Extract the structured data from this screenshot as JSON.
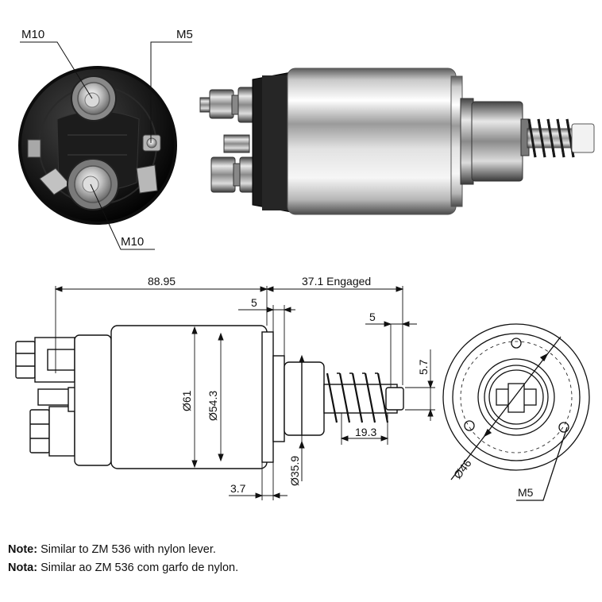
{
  "photo_labels": {
    "terminal_top": "M10",
    "terminal_small": "M5",
    "terminal_bottom": "M10"
  },
  "dimensions": {
    "overall_length": "88.95",
    "engaged_travel": "37.1 Engaged",
    "flange_offset": "5",
    "plunger_offset": "5",
    "body_diameter": "Ø61",
    "inner_diameter": "Ø54.3",
    "nose_diameter": "Ø35.9",
    "flange_thickness": "3.7",
    "spring_length": "19.3",
    "plunger_height": "5.7",
    "mount_diameter": "Ø46",
    "mount_hole": "M5"
  },
  "notes": [
    {
      "label": "Note:",
      "text": " Similar to ZM 536 with nylon lever."
    },
    {
      "label": "Nota:",
      "text": " Similar ao ZM 536 com garfo de nylon."
    }
  ]
}
